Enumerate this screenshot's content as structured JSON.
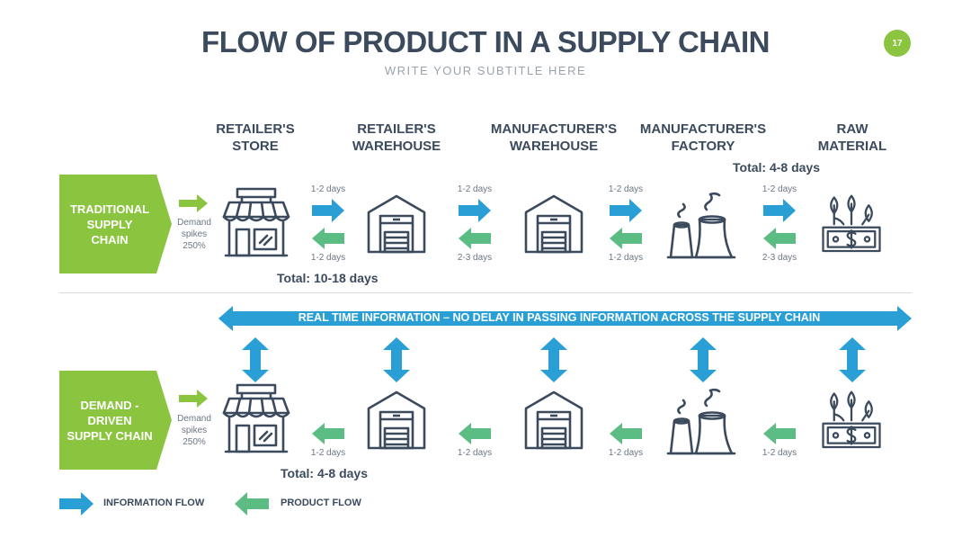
{
  "header": {
    "title": "FLOW OF PRODUCT IN A SUPPLY CHAIN",
    "subtitle": "WRITE YOUR SUBTITLE HERE",
    "page_number": "17"
  },
  "colors": {
    "information_flow": "#2a9fd6",
    "product_flow": "#5cbd84",
    "accent_green": "#8bc53f",
    "icon_stroke": "#3b4a5c"
  },
  "columns": [
    {
      "line1": "RETAILER'S",
      "line2": "STORE",
      "icon": "store-icon"
    },
    {
      "line1": "RETAILER'S",
      "line2": "WAREHOUSE",
      "icon": "warehouse-icon"
    },
    {
      "line1": "MANUFACTURER'S",
      "line2": "WAREHOUSE",
      "icon": "warehouse-icon"
    },
    {
      "line1": "MANUFACTURER'S",
      "line2": "FACTORY",
      "icon": "factory-icon"
    },
    {
      "line1": "RAW",
      "line2": "MATERIAL",
      "icon": "money-plant-icon"
    }
  ],
  "traditional": {
    "label_line1": "TRADITIONAL",
    "label_line2": "SUPPLY",
    "label_line3": "CHAIN",
    "demand_line1": "Demand",
    "demand_line2": "spikes",
    "demand_line3": "250%",
    "info_days": [
      "1-2 days",
      "1-2 days",
      "1-2 days",
      "1-2 days"
    ],
    "product_days": [
      "1-2 days",
      "2-3 days",
      "1-2 days",
      "2-3 days"
    ],
    "total_info": "Total: 4-8 days",
    "total_product": "Total: 10-18 days"
  },
  "demand_driven": {
    "label_line1": "DEMAND -",
    "label_line2": "DRIVEN",
    "label_line3": "SUPPLY CHAIN",
    "demand_line1": "Demand",
    "demand_line2": "spikes",
    "demand_line3": "250%",
    "banner": "REAL TIME INFORMATION – NO DELAY IN PASSING INFORMATION ACROSS THE SUPPLY CHAIN",
    "product_days": [
      "1-2 days",
      "1-2 days",
      "1-2 days",
      "1-2 days"
    ],
    "total_product": "Total: 4-8 days"
  },
  "legend": {
    "information_flow": "INFORMATION FLOW",
    "product_flow": "PRODUCT FLOW"
  }
}
